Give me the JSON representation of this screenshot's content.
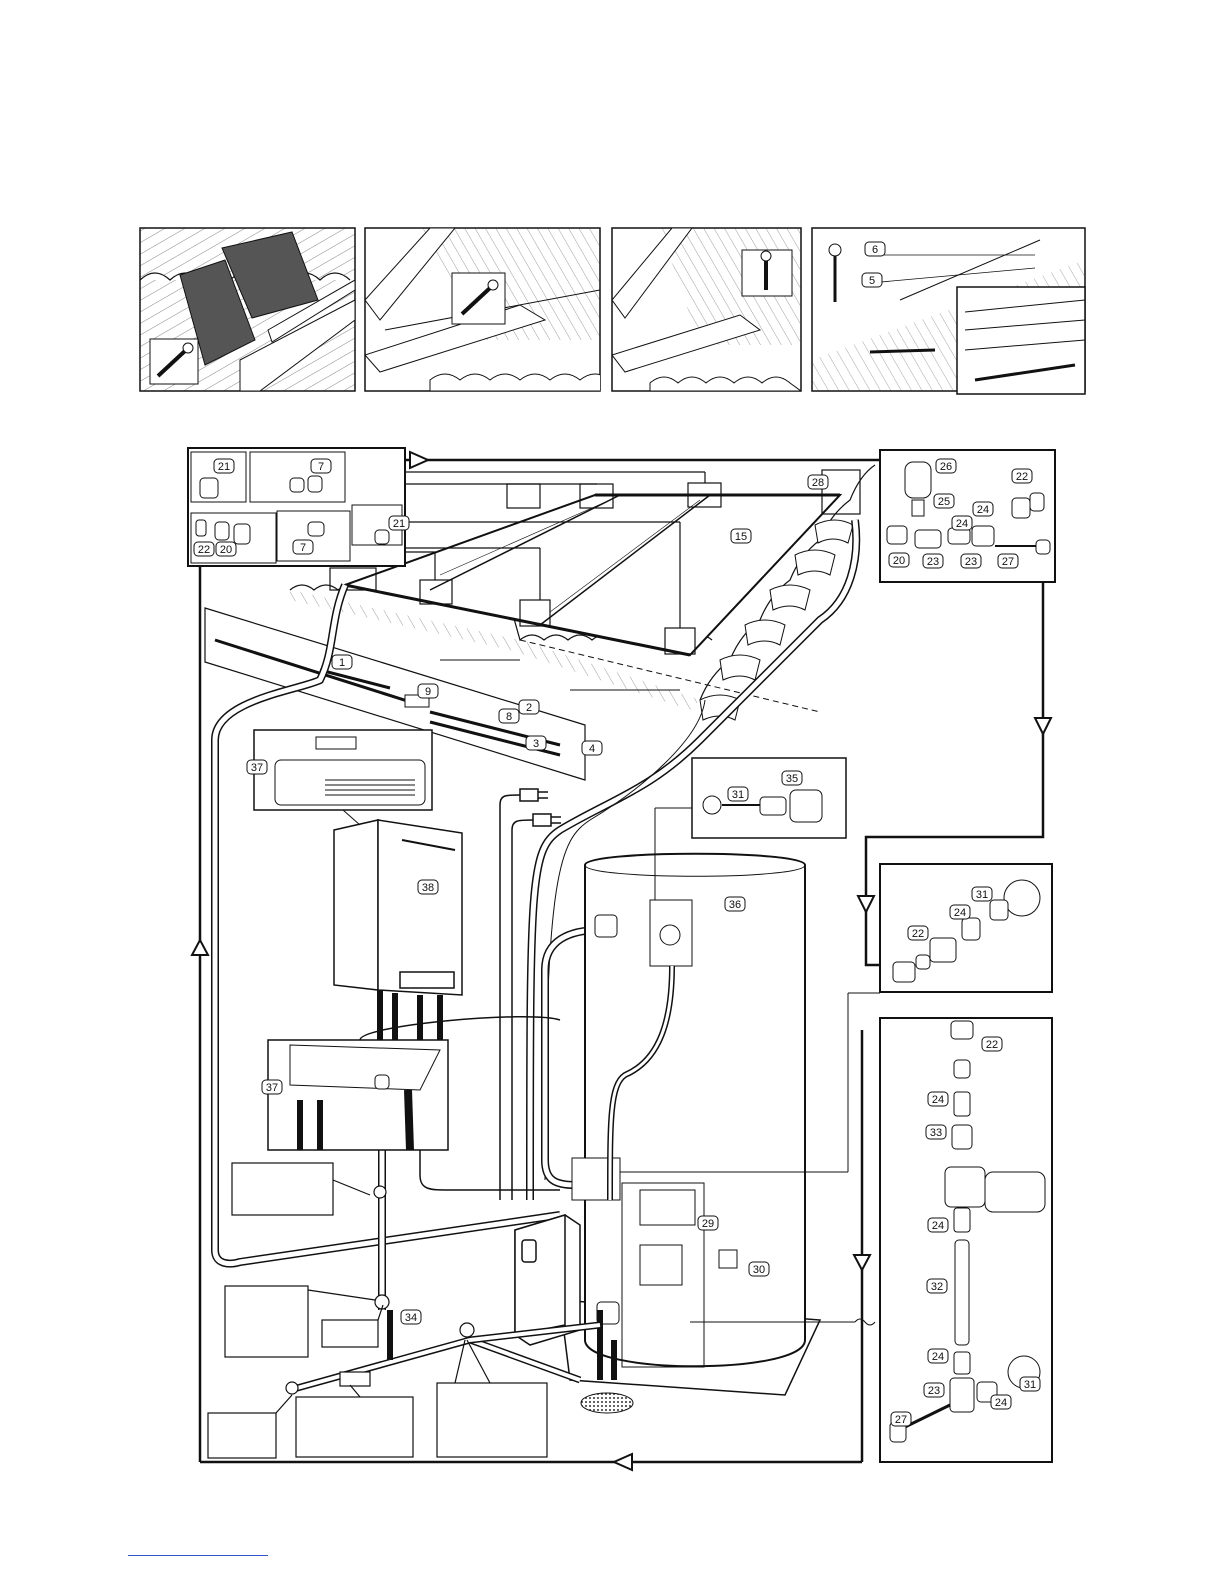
{
  "diagram": {
    "callouts": {
      "c1": "1",
      "c2": "2",
      "c3": "3",
      "c4": "4",
      "c5": "5",
      "c6": "6",
      "c7a": "7",
      "c7b": "7",
      "c8": "8",
      "c9": "9",
      "c15": "15",
      "c20a": "20",
      "c20b": "20",
      "c21a": "21",
      "c21b": "21",
      "c22a": "22",
      "c22b": "22",
      "c22c": "22",
      "c22d": "22",
      "c23a": "23",
      "c23b": "23",
      "c23c": "23",
      "c24a": "24",
      "c24b": "24",
      "c24c": "24",
      "c24d": "24",
      "c24e": "24",
      "c24f": "24",
      "c24g": "24",
      "c25": "25",
      "c26": "26",
      "c27a": "27",
      "c27b": "27",
      "c28": "28",
      "c29": "29",
      "c30": "30",
      "c31a": "31",
      "c31b": "31",
      "c31c": "31",
      "c32": "32",
      "c33": "33",
      "c34": "34",
      "c35": "35",
      "c36": "36",
      "c37a": "37",
      "c37b": "37",
      "c38": "38"
    }
  }
}
